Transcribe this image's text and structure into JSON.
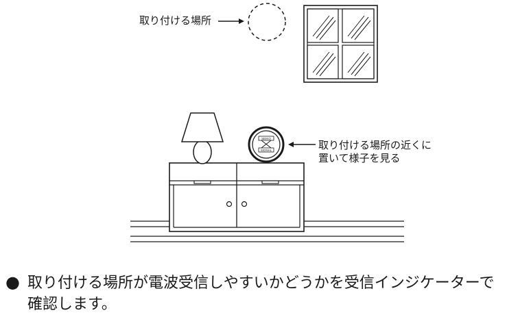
{
  "labels": {
    "mount_location": "取り付ける場所",
    "clock_note_line1": "取り付ける場所の近くに",
    "clock_note_line2": "置いて様子を見る"
  },
  "clock_face_text": [
    "SEIKO",
    "SIGNAL"
  ],
  "instruction": {
    "bullet": "●",
    "text": "取り付ける場所が電波受信しやすいかどうかを受信インジケーターで確認します。"
  },
  "icons": [
    "dashed-circle",
    "window",
    "lamp",
    "clock",
    "cabinet",
    "floor-lines",
    "arrow-right",
    "arrow-left"
  ],
  "colors": {
    "ink": "#1a1a1a",
    "background": "#ffffff"
  }
}
